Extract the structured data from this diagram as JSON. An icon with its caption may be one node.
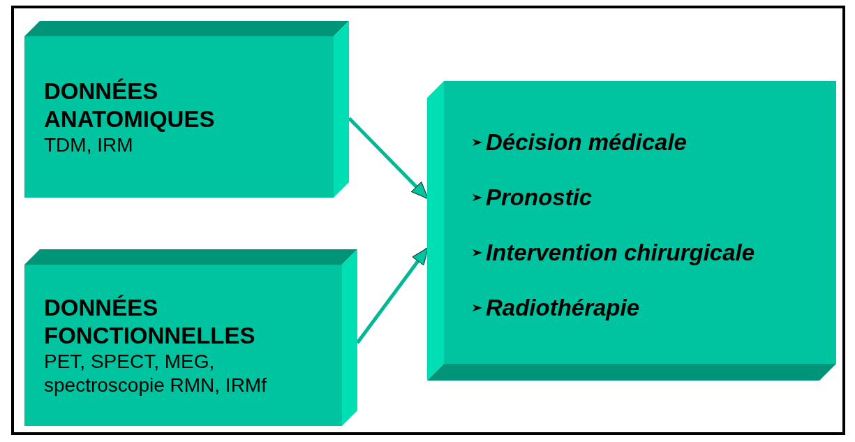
{
  "diagram": {
    "nodes": [
      {
        "text": [
          "DONNÉES ANATOMIQUES",
          "TDM, IRM"
        ]
      },
      {
        "text": [
          "DONNÉES FONCTIONNELLES",
          "PET, SPECT, MEG, spectroscopie RMN, IRMf"
        ]
      },
      {
        "text": [
          "Décision médicale",
          "Pronostic",
          "Intervention chirurgicale",
          "Radiothérapie"
        ]
      }
    ],
    "edges": [
      {
        "from": 0,
        "to": 2,
        "arrow": "to"
      },
      {
        "from": 1,
        "to": 2,
        "arrow": "to"
      }
    ]
  }
}
